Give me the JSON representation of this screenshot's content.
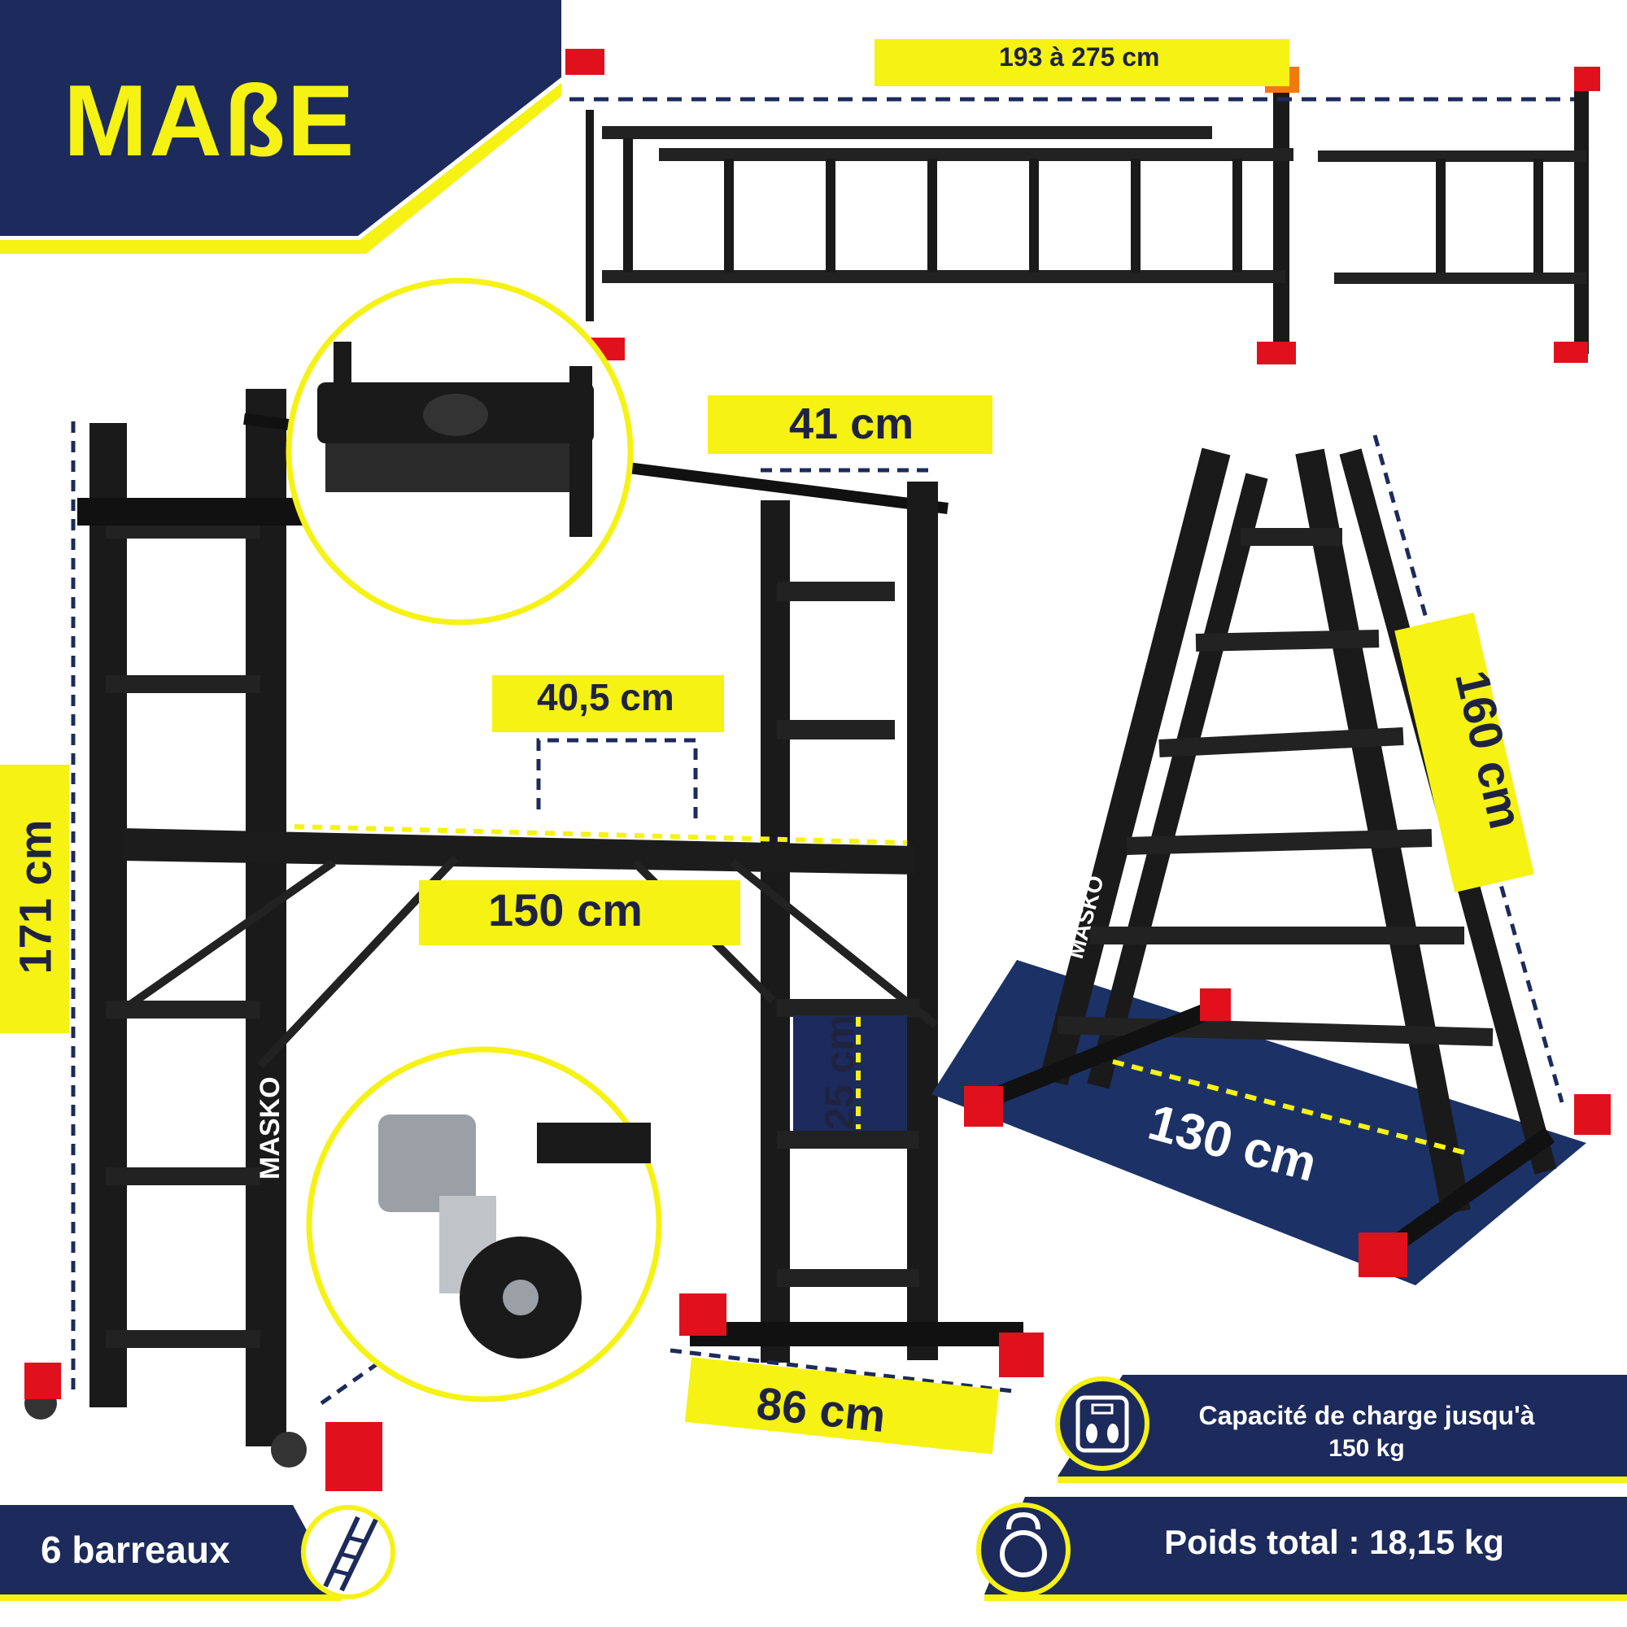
{
  "title": "MAßE",
  "colors": {
    "navy": "#1c2a5c",
    "yellow": "#f5f214",
    "black": "#1a1a1a",
    "red": "#e0101c"
  },
  "dimensions": {
    "extension": "193 à 275 cm",
    "top_bar": "41 cm",
    "height_left": "171 cm",
    "platform_depth": "40,5 cm",
    "platform_length": "150 cm",
    "rung_spacing": "25 cm",
    "base_width": "86 cm",
    "ladder_length": "160 cm",
    "ladder_base": "130 cm"
  },
  "ladder_brand": "MASKO",
  "features": {
    "load_capacity_line1": "Capacité de charge jusqu'à",
    "load_capacity_line2": "150 kg",
    "total_weight": "Poids total : 18,15 kg",
    "rungs": "6 barreaux"
  },
  "icons": [
    "scale-icon",
    "kettlebell-icon",
    "ladder-icon"
  ]
}
